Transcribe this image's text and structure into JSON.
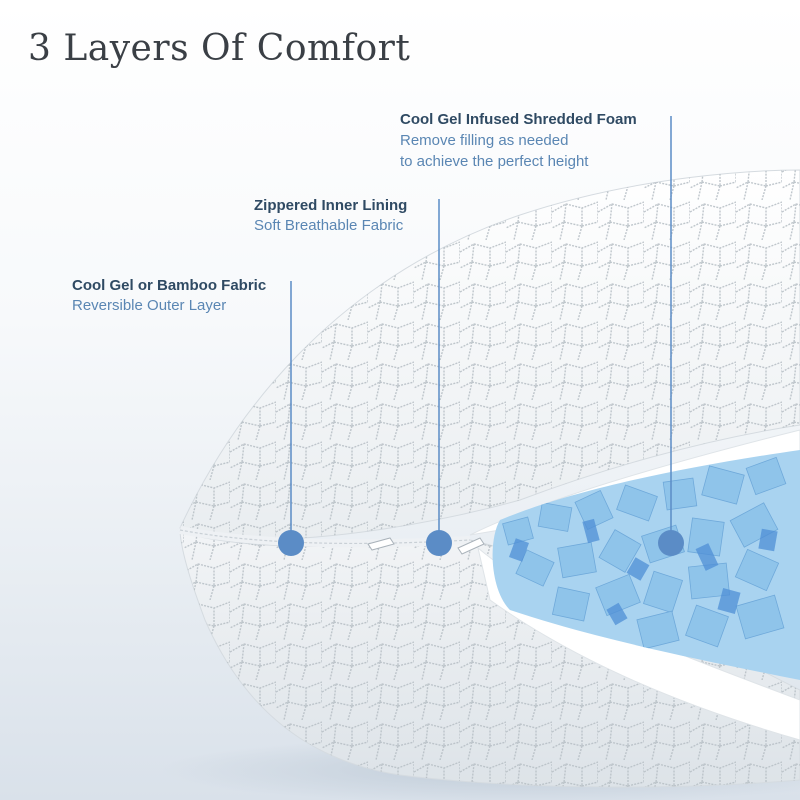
{
  "title": "3 Layers Of Comfort",
  "callouts": [
    {
      "heading": "Cool Gel or Bamboo Fabric",
      "lines": [
        "Reversible Outer Layer"
      ]
    },
    {
      "heading": "Zippered Inner Lining",
      "lines": [
        "Soft Breathable Fabric"
      ]
    },
    {
      "heading": "Cool Gel Infused Shredded Foam",
      "lines": [
        "Remove filling as needed",
        "to achieve the perfect height"
      ]
    }
  ],
  "colors": {
    "accent_marker": "#5b8cc6",
    "heading_text": "#2f4a63",
    "sub_text": "#5a86b3",
    "foam": "#8fc4ea",
    "foam_deep": "#3f7fcf",
    "fabric": "#f7f8f9",
    "pattern": "#b8c0c6"
  }
}
